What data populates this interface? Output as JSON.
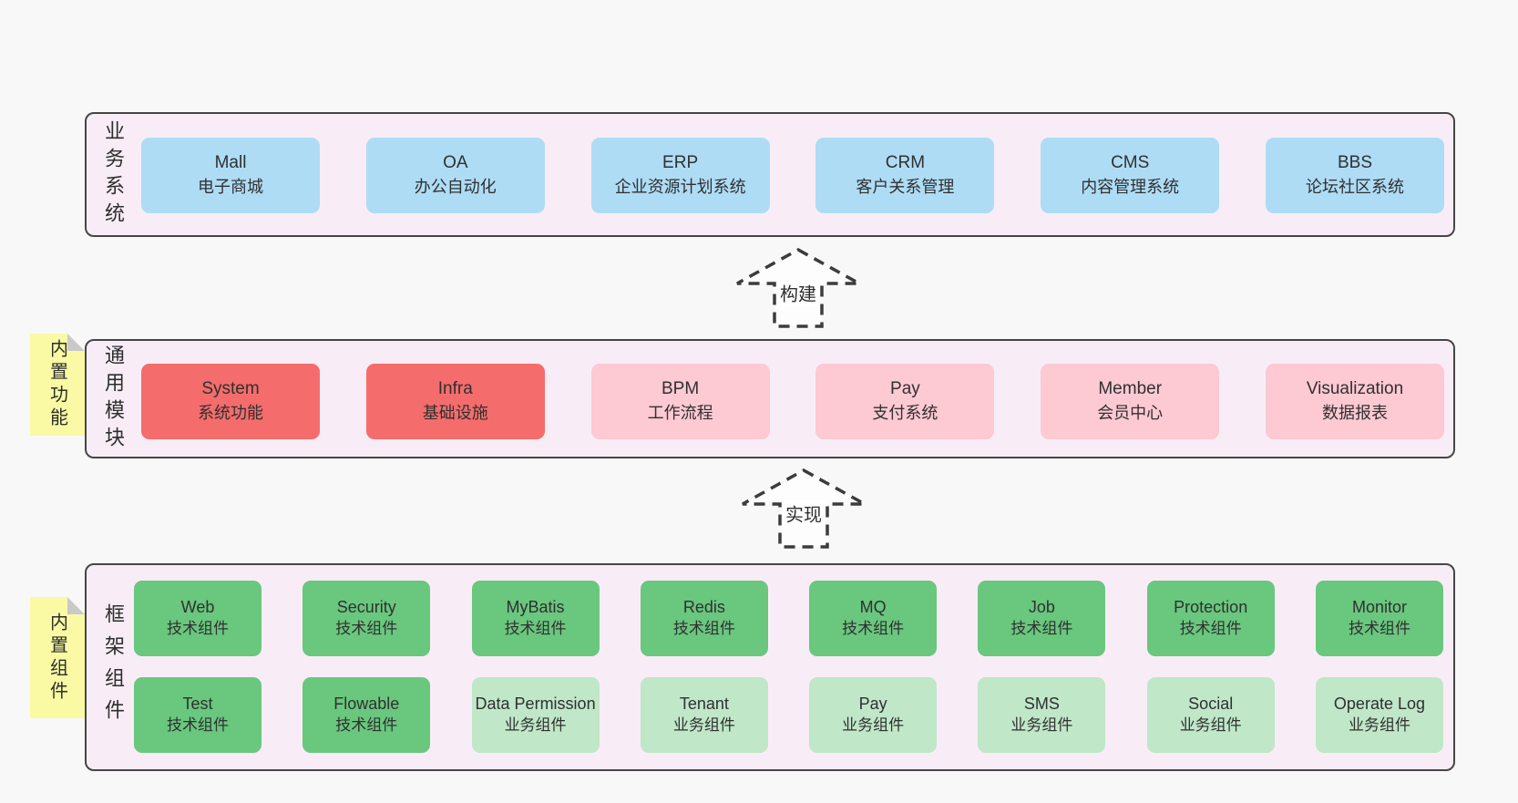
{
  "colors": {
    "page_bg": "#f8f8f8",
    "panel_bg": "#f8edf6",
    "panel_border": "#464646",
    "blue_box": "#aedcf5",
    "red_box": "#f56c6c",
    "pink_box": "#fdc9d3",
    "green_box": "#69c77e",
    "light_green_box": "#bfe7c8",
    "sticky_yellow": "#fafaa4",
    "arrow_stroke": "#3c3c3c"
  },
  "arrows": {
    "build": "构建",
    "implement": "实现"
  },
  "sections": {
    "business": {
      "label": "业务系统",
      "items": [
        {
          "en": "Mall",
          "cn": "电子商城"
        },
        {
          "en": "OA",
          "cn": "办公自动化"
        },
        {
          "en": "ERP",
          "cn": "企业资源计划系统"
        },
        {
          "en": "CRM",
          "cn": "客户关系管理"
        },
        {
          "en": "CMS",
          "cn": "内容管理系统"
        },
        {
          "en": "BBS",
          "cn": "论坛社区系统"
        }
      ]
    },
    "modules": {
      "label": "通用模块",
      "sticky": "内置功能",
      "items": [
        {
          "en": "System",
          "cn": "系统功能"
        },
        {
          "en": "Infra",
          "cn": "基础设施"
        },
        {
          "en": "BPM",
          "cn": "工作流程"
        },
        {
          "en": "Pay",
          "cn": "支付系统"
        },
        {
          "en": "Member",
          "cn": "会员中心"
        },
        {
          "en": "Visualization",
          "cn": "数据报表"
        }
      ]
    },
    "components": {
      "label": "框架组件",
      "sticky": "内置组件",
      "row1": [
        {
          "en": "Web",
          "cn": "技术组件"
        },
        {
          "en": "Security",
          "cn": "技术组件"
        },
        {
          "en": "MyBatis",
          "cn": "技术组件"
        },
        {
          "en": "Redis",
          "cn": "技术组件"
        },
        {
          "en": "MQ",
          "cn": "技术组件"
        },
        {
          "en": "Job",
          "cn": "技术组件"
        },
        {
          "en": "Protection",
          "cn": "技术组件"
        },
        {
          "en": "Monitor",
          "cn": "技术组件"
        }
      ],
      "row2": [
        {
          "en": "Test",
          "cn": "技术组件"
        },
        {
          "en": "Flowable",
          "cn": "技术组件"
        },
        {
          "en": "Data Permission",
          "cn": "业务组件"
        },
        {
          "en": "Tenant",
          "cn": "业务组件"
        },
        {
          "en": "Pay",
          "cn": "业务组件"
        },
        {
          "en": "SMS",
          "cn": "业务组件"
        },
        {
          "en": "Social",
          "cn": "业务组件"
        },
        {
          "en": "Operate Log",
          "cn": "业务组件"
        }
      ]
    }
  }
}
